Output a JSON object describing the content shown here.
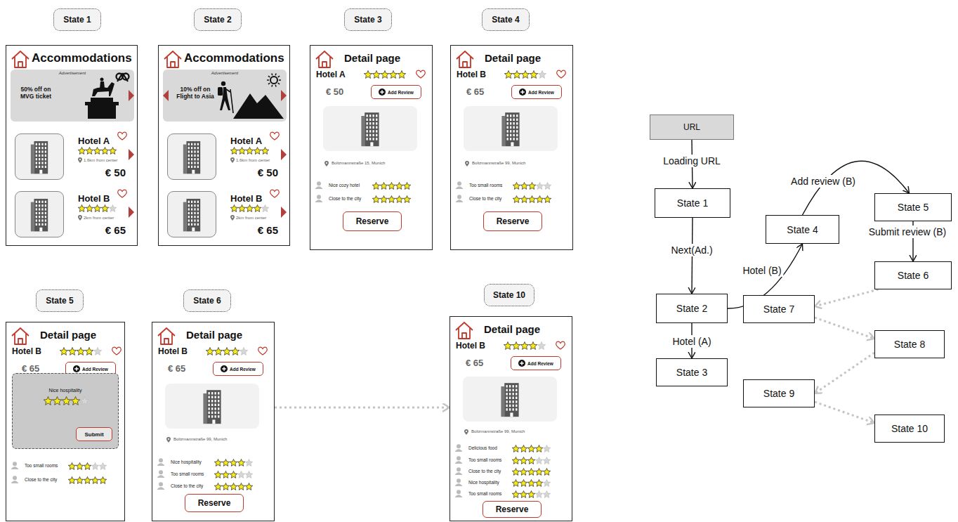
{
  "diagram": {
    "nodes": [
      {
        "text": [
          "State 1"
        ]
      },
      {
        "text": [
          "Accommodations"
        ]
      },
      {
        "text": [
          "Advertisement",
          "50% off on MVG ticket"
        ],
        "in": 1
      },
      {
        "text": [
          "Hotel A",
          "1.6km from center",
          "€ 50"
        ],
        "in": 1
      },
      {
        "text": [
          "Hotel B",
          "2km from center",
          "€ 65"
        ],
        "in": 1
      },
      {
        "text": [
          "State 2"
        ]
      },
      {
        "text": [
          "Accommodations"
        ]
      },
      {
        "text": [
          "Advertisement",
          "10% off on Flight to Asia"
        ],
        "in": 6
      },
      {
        "text": [
          "Hotel A",
          "1.6km from center",
          "€ 50"
        ],
        "in": 6
      },
      {
        "text": [
          "Hotel B",
          "2km from center",
          "€ 65"
        ],
        "in": 6
      },
      {
        "text": [
          "State 3"
        ]
      },
      {
        "text": [
          "Detail page"
        ]
      },
      {
        "text": [
          "Add Review"
        ],
        "in": 11
      },
      {
        "text": [
          "Reserve"
        ],
        "in": 11
      },
      {
        "text": [
          "State 4"
        ]
      },
      {
        "text": [
          "Detail page"
        ]
      },
      {
        "text": [
          "Add Review"
        ],
        "in": 15
      },
      {
        "text": [
          "Reserve"
        ],
        "in": 15
      },
      {
        "text": [
          "State 5"
        ]
      },
      {
        "text": [
          "Detail page"
        ]
      },
      {
        "text": [
          "Add Review"
        ],
        "in": 19
      },
      {
        "text": [
          "Nice hospitality"
        ],
        "in": 19
      },
      {
        "text": [
          "Submit"
        ],
        "in": 21
      },
      {
        "text": [
          "State 6"
        ]
      },
      {
        "text": [
          "Detail page"
        ]
      },
      {
        "text": [
          "Add Review"
        ],
        "in": 24
      },
      {
        "text": [
          "Reserve"
        ],
        "in": 24
      },
      {
        "text": [
          "State 10"
        ]
      },
      {
        "text": [
          "Detail page"
        ]
      },
      {
        "text": [
          "Add Review"
        ],
        "in": 28
      },
      {
        "text": [
          "Reserve"
        ],
        "in": 28
      },
      {
        "text": [
          "URL"
        ]
      },
      {
        "text": [
          "State 1"
        ]
      },
      {
        "text": [
          "State 2"
        ]
      },
      {
        "text": [
          "State 3"
        ]
      },
      {
        "text": [
          "State 4"
        ]
      },
      {
        "text": [
          "State 5"
        ]
      },
      {
        "text": [
          "State 6"
        ]
      },
      {
        "text": [
          "State 7"
        ]
      },
      {
        "text": [
          "State 8"
        ]
      },
      {
        "text": [
          "State 9"
        ]
      },
      {
        "text": [
          "State 10"
        ]
      }
    ],
    "edges": [
      {
        "from": 31,
        "to": 32,
        "label": "Loading URL",
        "arrow": "to"
      },
      {
        "from": 32,
        "to": 33,
        "label": "Next(Ad.)",
        "arrow": "to"
      },
      {
        "from": 33,
        "to": 34,
        "label": "Hotel (A)",
        "arrow": "to"
      },
      {
        "from": 33,
        "to": 35,
        "label": "Hotel (B)",
        "arrow": "to"
      },
      {
        "from": 35,
        "to": 36,
        "label": "Add review (B)",
        "arrow": "to"
      },
      {
        "from": 36,
        "to": 37,
        "label": "Submit review (B)",
        "arrow": "to"
      },
      {
        "from": 37,
        "to": 38,
        "arrow": "to"
      },
      {
        "from": 38,
        "to": 39,
        "arrow": "to"
      },
      {
        "from": 39,
        "to": 40,
        "arrow": "to"
      },
      {
        "from": 40,
        "to": 41,
        "arrow": "to"
      },
      {
        "from": 24,
        "to": 28,
        "arrow": "to"
      }
    ],
    "labels": [
      "Hotel A",
      "€ 50",
      "Boltzmannstraße 15, Munich",
      "Nice cozy hotel",
      "Close to the city",
      "Hotel B",
      "€ 65",
      "Boltzmannstraße 99, Munich",
      "Too small rooms",
      "Close to the city",
      "Hotel B",
      "€ 65",
      "Too small rooms",
      "Close to the city",
      "Hotel B",
      "€ 65",
      "Boltzmannstraße 99, Munich",
      "Nice hospitality",
      "Too small rooms",
      "Close to the city",
      "Hotel B",
      "€ 65",
      "Boltzmannstraße 99, Munich",
      "Delicious food",
      "Too small rooms",
      "Close to the city",
      "Nice hospitality",
      "Too small rooms"
    ]
  }
}
